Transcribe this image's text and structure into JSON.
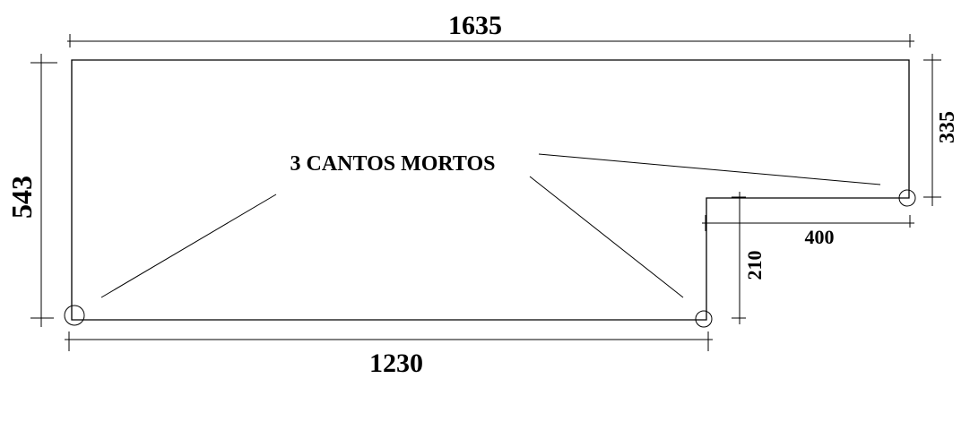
{
  "diagram": {
    "dimensions": {
      "top": "1635",
      "left": "543",
      "right": "335",
      "step_width": "400",
      "step_height": "210",
      "bottom": "1230"
    },
    "annotation": "3 CANTOS MORTOS",
    "colors": {
      "stroke": "#000000",
      "background": "#ffffff"
    }
  }
}
